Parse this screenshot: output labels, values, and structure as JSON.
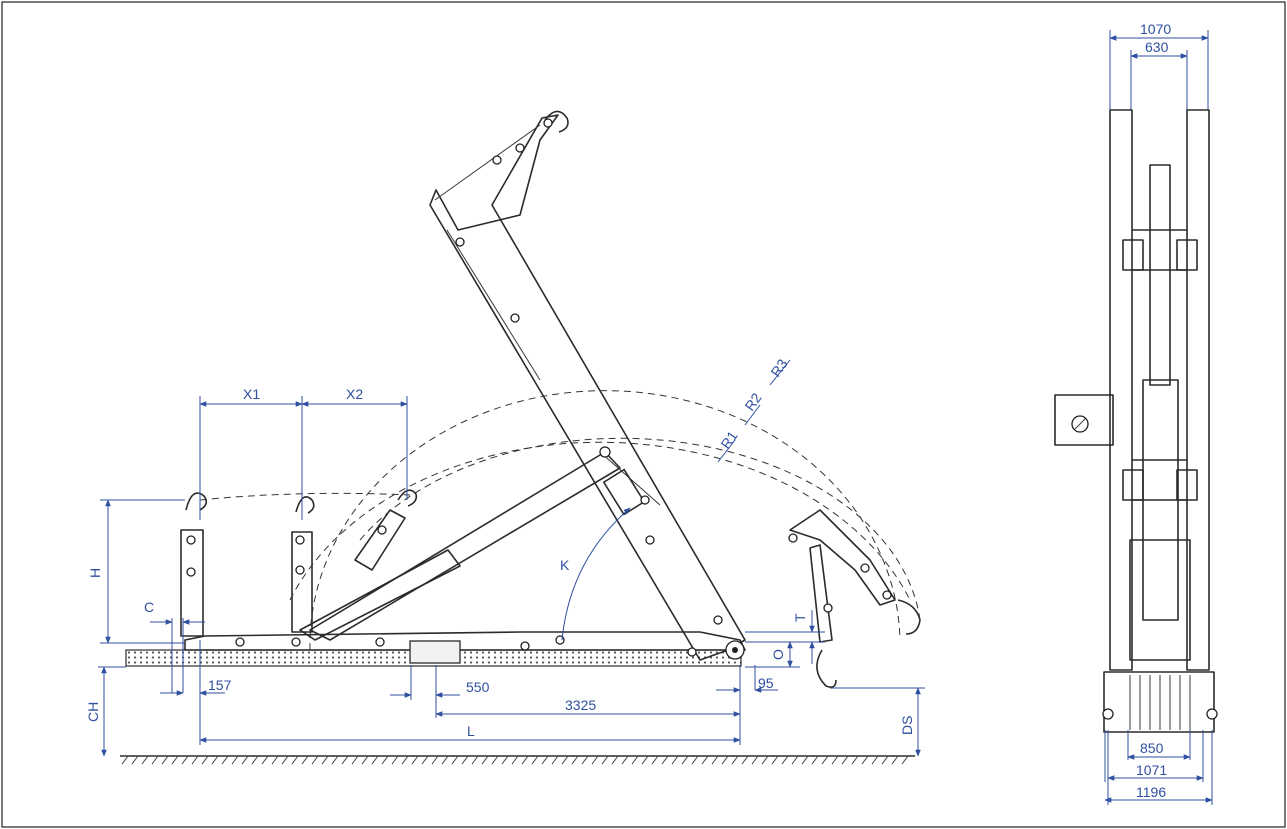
{
  "side_view": {
    "labels": {
      "x1": "X1",
      "x2": "X2",
      "h": "H",
      "c": "C",
      "k": "K",
      "t": "T",
      "o": "O",
      "ch": "CH",
      "ds": "DS",
      "l": "L",
      "r1": "R1",
      "r2": "R2",
      "r3": "R3"
    },
    "dims": {
      "d157": "157",
      "d550": "550",
      "d3325": "3325",
      "d95": "95"
    }
  },
  "rear_view": {
    "dims": {
      "d1070": "1070",
      "d630": "630",
      "d850": "850",
      "d1071": "1071",
      "d1196": "1196"
    }
  },
  "colors": {
    "dimension": "#2f4fa0",
    "line": "#2b2b2b"
  }
}
